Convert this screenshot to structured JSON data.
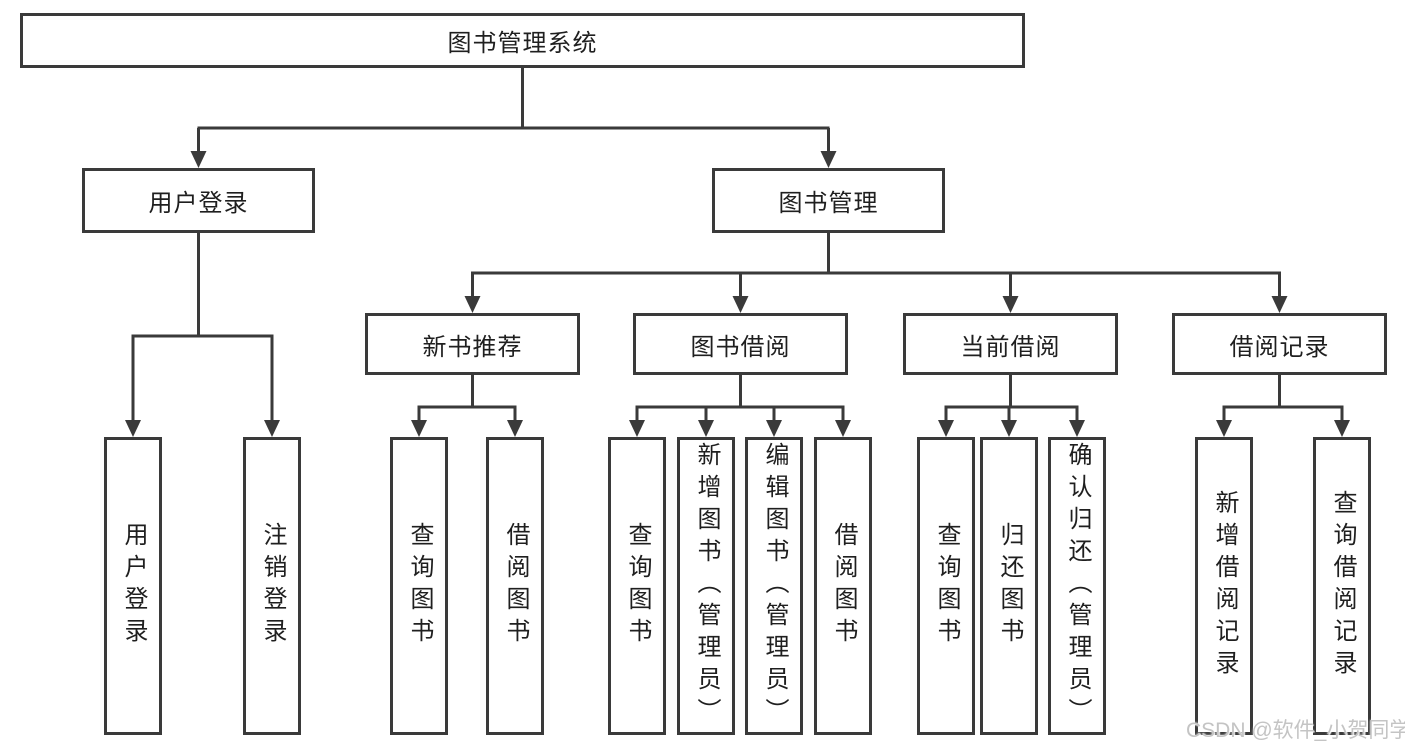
{
  "diagram_title": "图书管理系统",
  "tree": {
    "root": {
      "label": "图书管理系统"
    },
    "level1": [
      {
        "label": "用户登录"
      },
      {
        "label": "图书管理"
      }
    ],
    "level2": [
      {
        "label": "新书推荐",
        "parent": "图书管理"
      },
      {
        "label": "图书借阅",
        "parent": "图书管理"
      },
      {
        "label": "当前借阅",
        "parent": "图书管理"
      },
      {
        "label": "借阅记录",
        "parent": "图书管理"
      }
    ],
    "leaves": [
      {
        "label": "用户登录",
        "parent": "用户登录"
      },
      {
        "label": "注销登录",
        "parent": "用户登录"
      },
      {
        "label": "查询图书",
        "parent": "新书推荐"
      },
      {
        "label": "借阅图书",
        "parent": "新书推荐"
      },
      {
        "label": "查询图书",
        "parent": "图书借阅"
      },
      {
        "label": "新增图书（管理员）",
        "parent": "图书借阅"
      },
      {
        "label": "编辑图书（管理员）",
        "parent": "图书借阅"
      },
      {
        "label": "借阅图书",
        "parent": "图书借阅"
      },
      {
        "label": "查询图书",
        "parent": "当前借阅"
      },
      {
        "label": "归还图书",
        "parent": "当前借阅"
      },
      {
        "label": "确认归还（管理员）",
        "parent": "当前借阅"
      },
      {
        "label": "新增借阅记录",
        "parent": "借阅记录"
      },
      {
        "label": "查询借阅记录",
        "parent": "借阅记录"
      }
    ]
  },
  "watermark": "CSDN @软件_小贺同学",
  "colors": {
    "line": "#3a3a3a",
    "text": "#1f1f1f",
    "background": "#ffffff",
    "watermark": "#c4c4c4"
  }
}
